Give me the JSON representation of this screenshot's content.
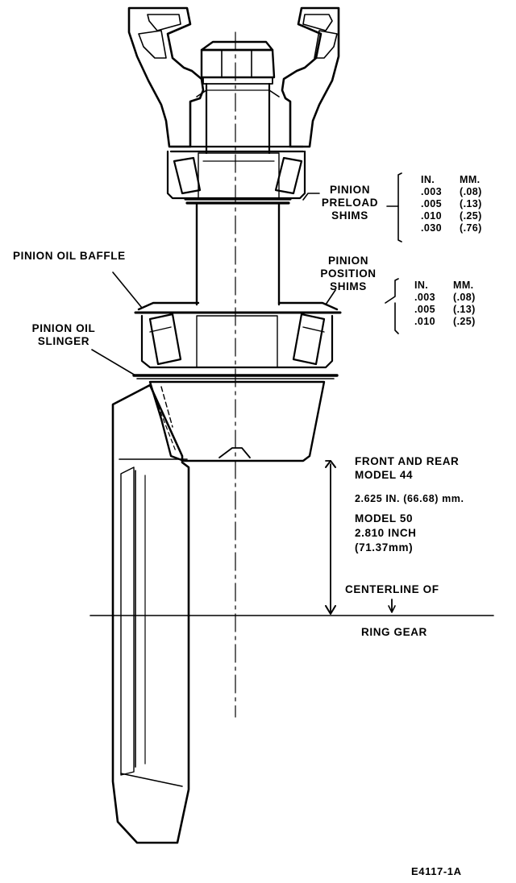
{
  "labels": {
    "pinion_preload_shims": [
      "PINION",
      "PRELOAD",
      "SHIMS"
    ],
    "pinion_position_shims": [
      "PINION",
      "POSITION",
      "SHIMS"
    ],
    "pinion_oil_baffle": "PINION OIL BAFFLE",
    "pinion_oil_slinger": [
      "PINION OIL",
      "SLINGER"
    ],
    "front_and_rear": "FRONT AND REAR",
    "model_44": "MODEL 44",
    "model_44_dim": "2.625 IN. (66.68) mm.",
    "model_50": "MODEL 50",
    "model_50_dim_in": "2.810 INCH",
    "model_50_dim_mm": "(71.37mm)",
    "centerline_of": "CENTERLINE OF",
    "ring_gear": "RING GEAR",
    "figure_id": "E4117-1A"
  },
  "preload_table": {
    "headers": [
      "IN.",
      "MM."
    ],
    "rows": [
      [
        ".003",
        "(.08)"
      ],
      [
        ".005",
        "(.13)"
      ],
      [
        ".010",
        "(.25)"
      ],
      [
        ".030",
        "(.76)"
      ]
    ]
  },
  "position_table": {
    "headers": [
      "IN.",
      "MM."
    ],
    "rows": [
      [
        ".003",
        "(.08)"
      ],
      [
        ".005",
        "(.13)"
      ],
      [
        ".010",
        "(.25)"
      ]
    ]
  }
}
